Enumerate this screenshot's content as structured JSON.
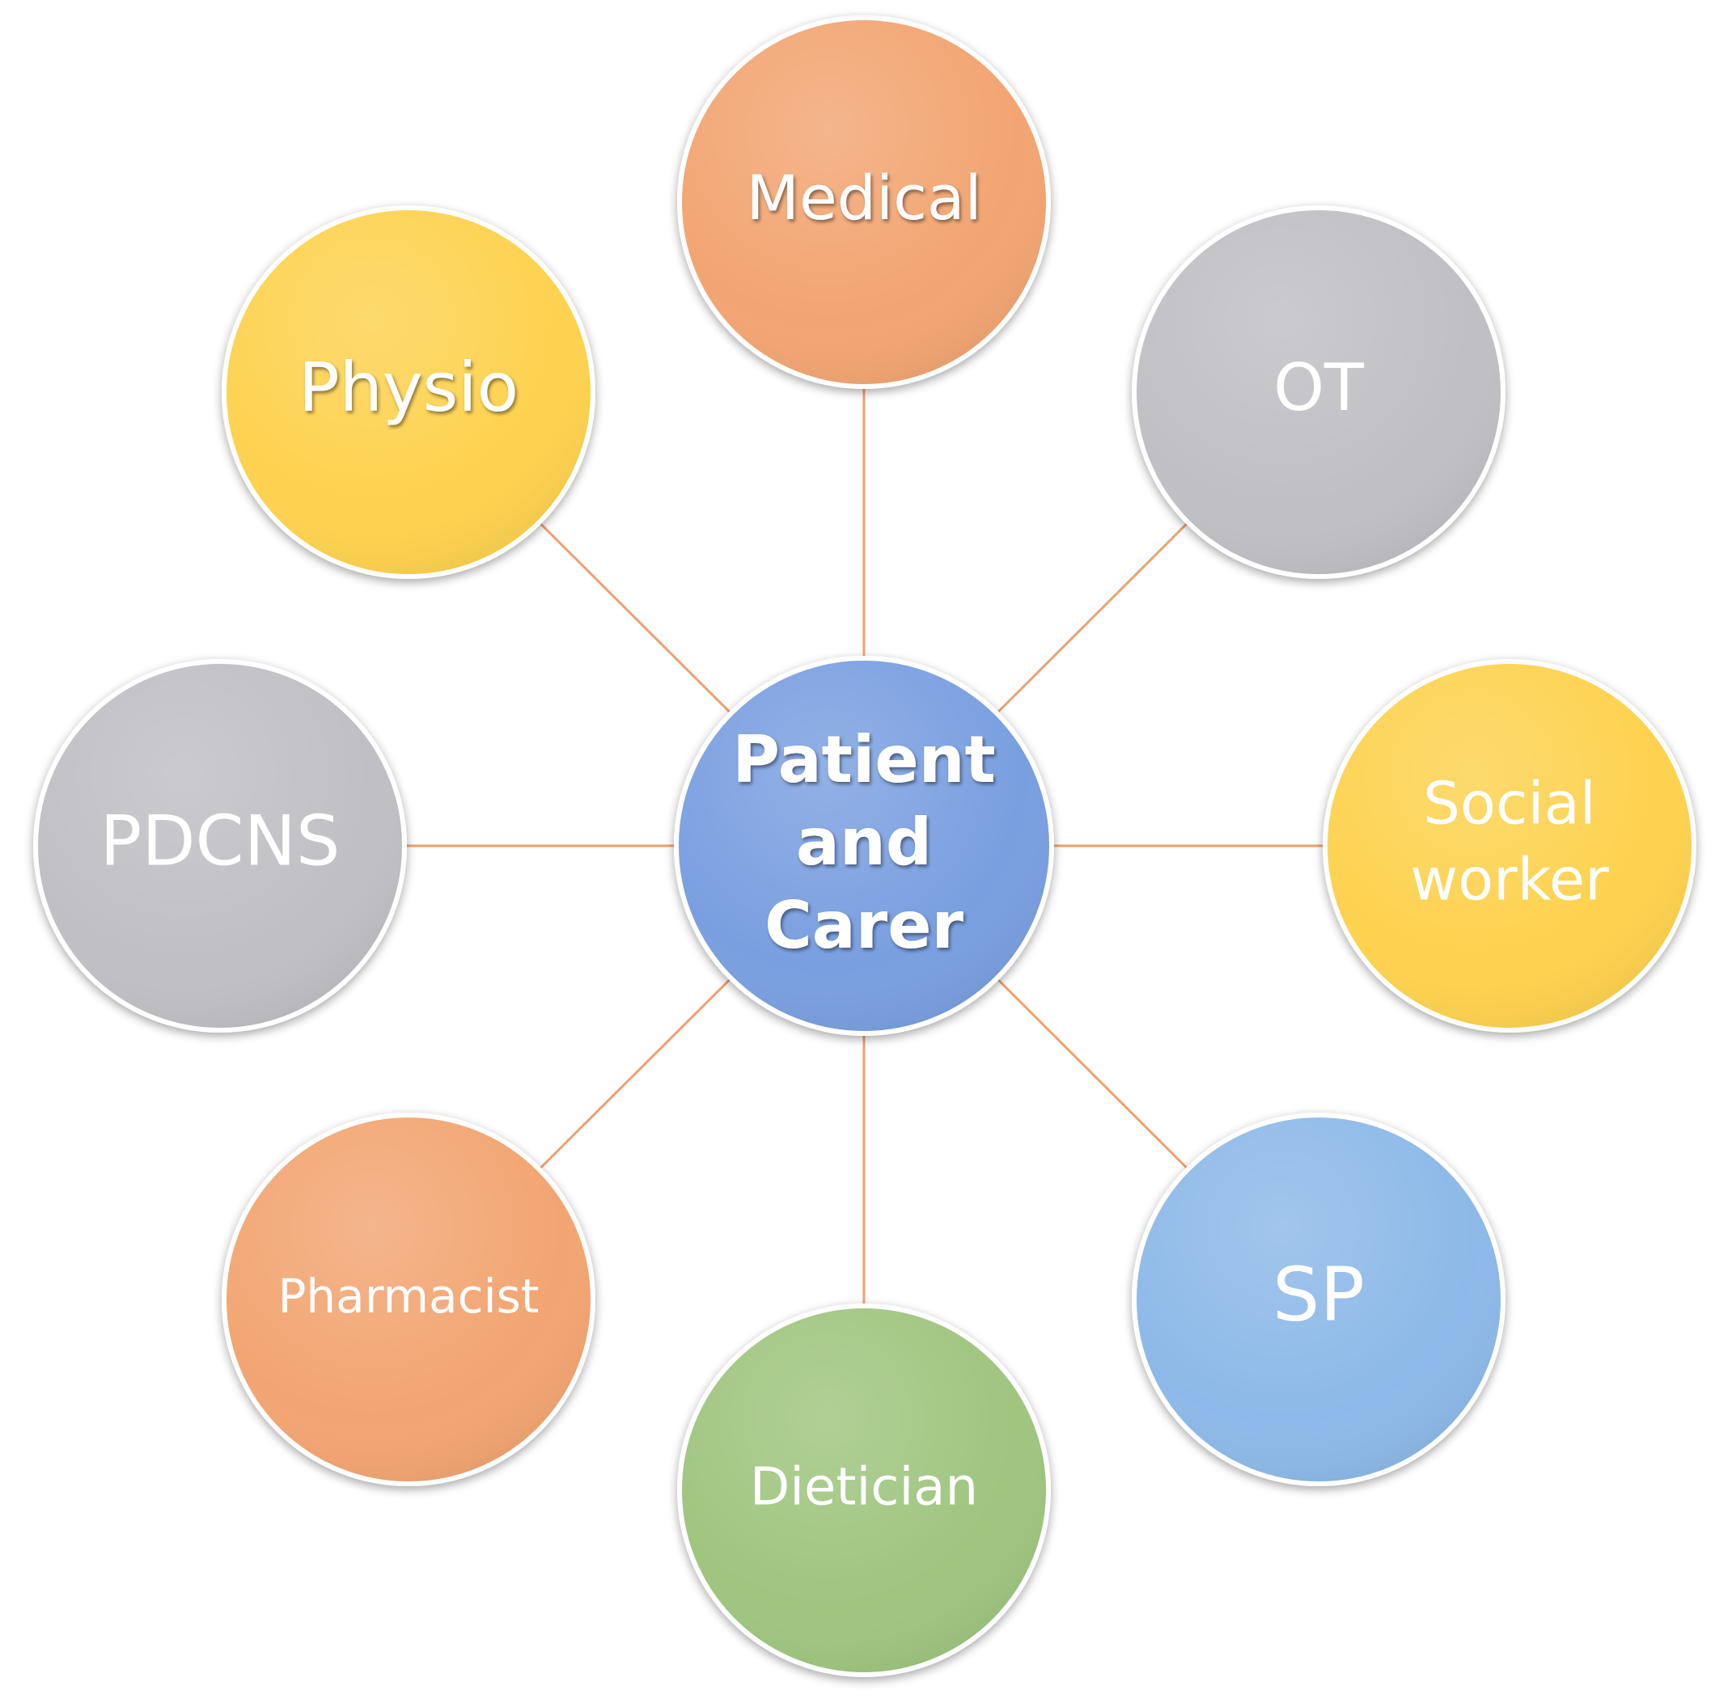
{
  "center": {
    "lines": [
      "Patient",
      "and",
      "Carer"
    ],
    "color": "#7a9fe0"
  },
  "nodes": [
    {
      "id": "medical",
      "lines": [
        "Medical"
      ],
      "color": "#f2a572"
    },
    {
      "id": "ot",
      "lines": [
        "OT"
      ],
      "color": "#bfbfc4"
    },
    {
      "id": "social-worker",
      "lines": [
        "Social",
        "worker"
      ],
      "color": "#fdd24f"
    },
    {
      "id": "sp",
      "lines": [
        "SP"
      ],
      "color": "#8db9e8"
    },
    {
      "id": "dietician",
      "lines": [
        "Dietician"
      ],
      "color": "#9fc57f"
    },
    {
      "id": "pharmacist",
      "lines": [
        "Pharmacist"
      ],
      "color": "#f2a572"
    },
    {
      "id": "pdcns",
      "lines": [
        "PDCNS"
      ],
      "color": "#bfbfc4"
    },
    {
      "id": "physio",
      "lines": [
        "Physio"
      ],
      "color": "#fdd24f"
    }
  ],
  "connector_color": "#f0a070"
}
